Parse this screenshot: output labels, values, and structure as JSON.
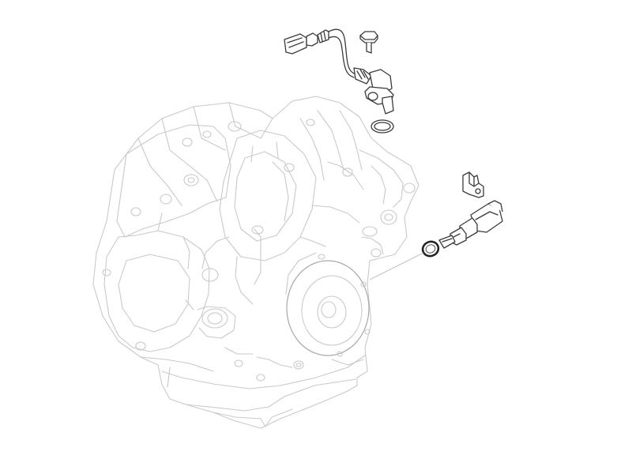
{
  "diagram": {
    "background": "#ffffff",
    "line_color_light": "#c9c9c9",
    "line_color_dark": "#3a3a3a",
    "components": [
      {
        "id": "transaxle",
        "icon": "transmission-housing-icon"
      },
      {
        "id": "sensor-connector",
        "icon": "wire-connector-icon"
      },
      {
        "id": "bolt",
        "icon": "bolt-icon"
      },
      {
        "id": "input-speed-sensor",
        "icon": "speed-sensor-icon"
      },
      {
        "id": "sensor-o-ring",
        "icon": "o-ring-icon"
      },
      {
        "id": "mounting-bracket",
        "icon": "bracket-icon"
      },
      {
        "id": "output-speed-sensor",
        "icon": "speed-sensor-icon"
      },
      {
        "id": "sensor-seal-ring",
        "icon": "o-ring-icon"
      }
    ]
  }
}
